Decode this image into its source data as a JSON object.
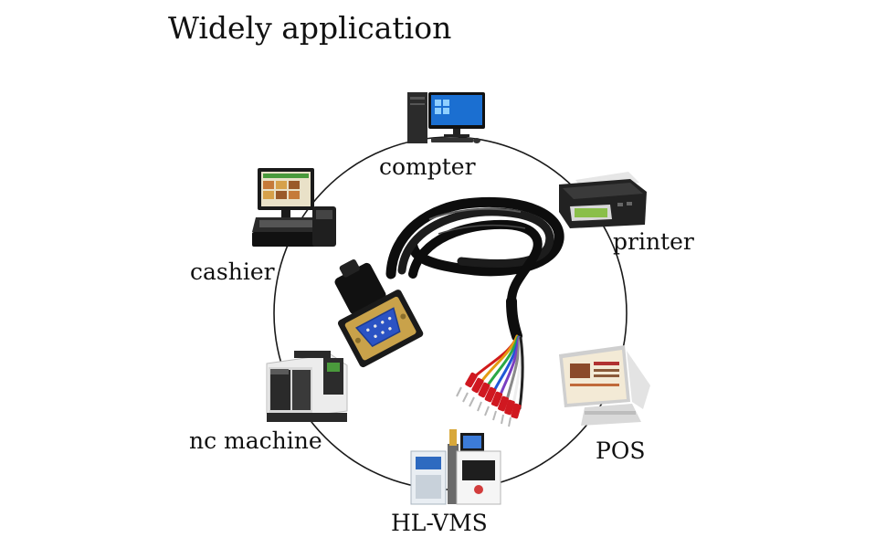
{
  "title": "Widely application",
  "labels": {
    "computer": "compter",
    "printer": "printer",
    "cashier": "cashier",
    "pos": "POS",
    "nc_machine": "nc machine",
    "hl_vms": "HL-VMS"
  },
  "colors": {
    "background": "#ffffff",
    "ring": "#1a1a1a",
    "cable": "#0d0d0d",
    "connector_gold": "#c9a24a",
    "connector_blue": "#2b53c4",
    "wire_red": "#d01820"
  },
  "icons": {
    "center": "db9-cable-icon",
    "computer": "desktop-computer-icon",
    "printer": "printer-icon",
    "cashier": "cash-register-icon",
    "pos": "pos-terminal-icon",
    "nc_machine": "cnc-machine-icon",
    "hl_vms": "lab-instrument-icon"
  }
}
